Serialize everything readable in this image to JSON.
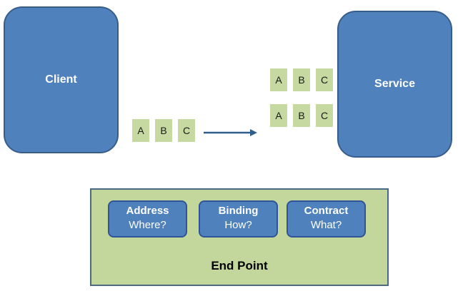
{
  "client": {
    "label": "Client"
  },
  "service": {
    "label": "Service"
  },
  "messages": {
    "client": [
      "A",
      "B",
      "C"
    ],
    "service_row1": [
      "A",
      "B",
      "C"
    ],
    "service_row2": [
      "A",
      "B",
      "C"
    ]
  },
  "endpoint": {
    "label": "End Point",
    "address": {
      "title": "Address",
      "subtitle": "Where?"
    },
    "binding": {
      "title": "Binding",
      "subtitle": "How?"
    },
    "contract": {
      "title": "Contract",
      "subtitle": "What?"
    }
  },
  "colors": {
    "box_blue": "#4f81bd",
    "message_green": "#c5d9a0",
    "endpoint_green": "#c3d69b",
    "arrow": "#2f5f8a"
  }
}
